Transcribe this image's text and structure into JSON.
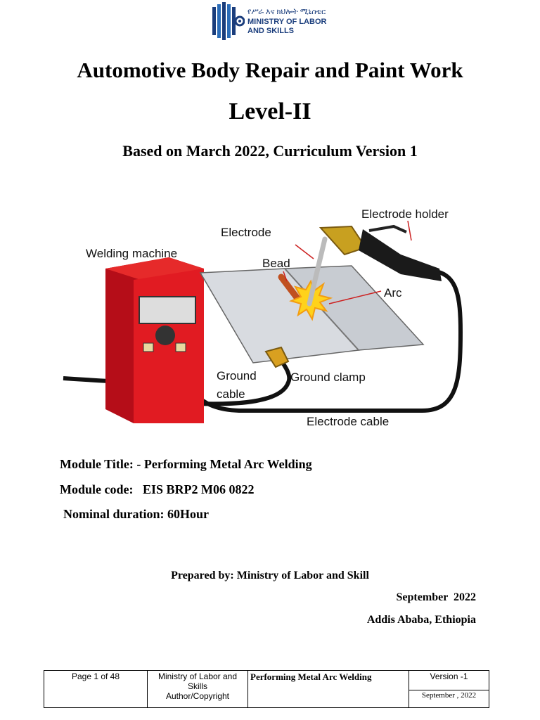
{
  "logo": {
    "amharic": "የሥራ እና ክህሎት ሚኒስቴር",
    "line1": "MINISTRY OF LABOR",
    "line2": "AND SKILLS"
  },
  "header": {
    "title": "Automotive Body Repair and Paint Work",
    "level": "Level-II",
    "curriculum": "Based on March 2022, Curriculum Version 1"
  },
  "diagram": {
    "labels": {
      "welding_machine": "Welding machine",
      "electrode": "Electrode",
      "bead": "Bead",
      "electrode_holder": "Electrode holder",
      "arc": "Arc",
      "ground_cable_1": "Ground",
      "ground_cable_2": "cable",
      "ground_clamp": "Ground clamp",
      "electrode_cable": "Electrode cable"
    }
  },
  "module": {
    "title": "Module Title: - Performing Metal Arc Welding",
    "code": "Module code:   EIS BRP2 M06 0822",
    "duration": "Nominal duration: 60Hour"
  },
  "prepared": {
    "by": "Prepared by: Ministry of Labor and Skill",
    "date": "September  2022",
    "place": "Addis Ababa, Ethiopia"
  },
  "footer": {
    "page": "Page 1 of 48",
    "org_line1": "Ministry of Labor and",
    "org_line2": "Skills",
    "org_line3": "Author/Copyright",
    "module": "Performing Metal Arc Welding",
    "version": "Version -1",
    "date": "September , 2022"
  }
}
